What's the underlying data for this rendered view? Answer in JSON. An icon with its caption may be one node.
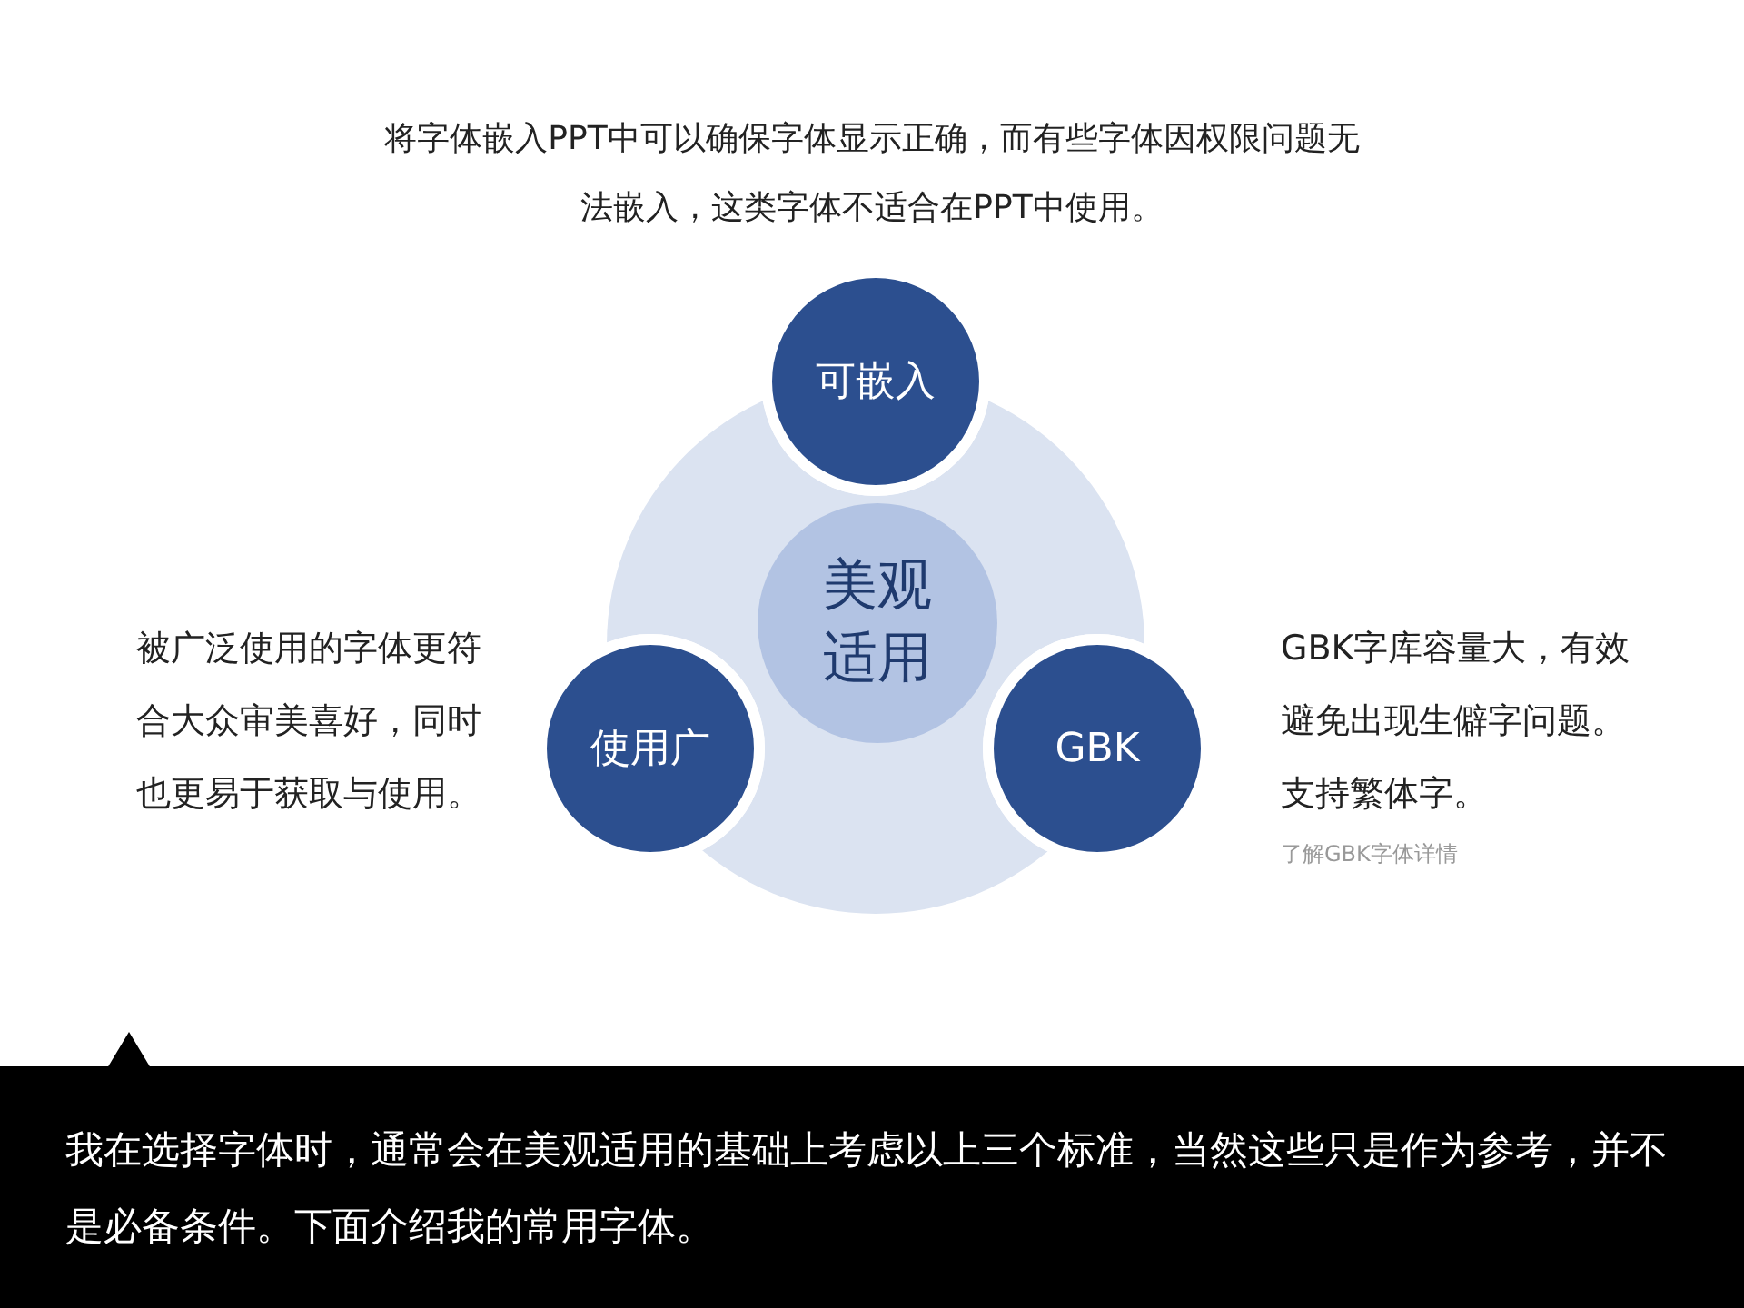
{
  "diagram": {
    "nodes": [
      {
        "text": [],
        "shape": "circle"
      },
      {
        "text": [
          "可嵌入"
        ]
      },
      {
        "text": [
          "美观适用"
        ],
        "in": 0
      },
      {
        "text": [
          "使用广"
        ],
        "beside": [
          "被广泛使用的字体更符合大众审美喜好，同时也更易于获取与使用。"
        ]
      },
      {
        "text": [
          "GBK"
        ],
        "beside": [
          "GBK字库容量大，有效避免出现生僻字问题。支持繁体字。",
          "了解GBK字体详情"
        ]
      },
      {
        "text": [
          "我在选择字体时，通常会在美观适用的基础上考虑以上三个标准，当然这些只是作为参考，并不是必备条件。下面介绍我的常用字体。"
        ]
      }
    ],
    "labels": [
      "将字体嵌入PPT中可以确保字体显示正确，而有些字体因权限问题无法嵌入，这类字体不适合在PPT中使用。"
    ]
  }
}
